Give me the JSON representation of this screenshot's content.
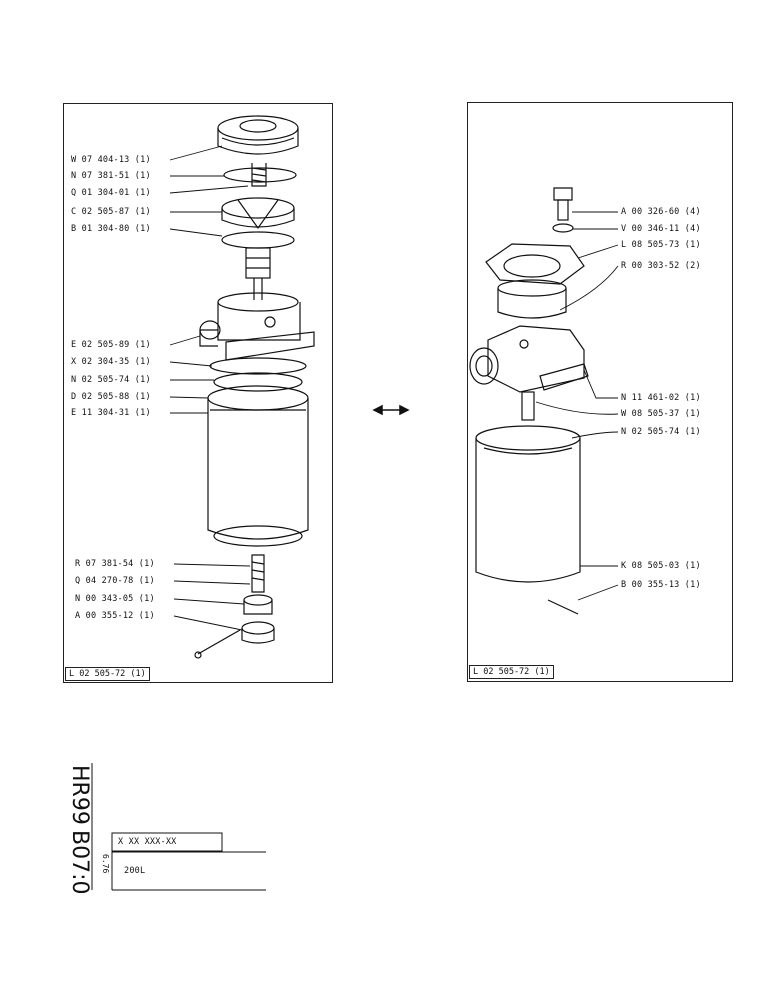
{
  "left_panel": {
    "labels": [
      "W 07 404-13 (1)",
      "N 07 381-51 (1)",
      "Q 01 304-01 (1)",
      "C 02 505-87 (1)",
      "B 01 304-80 (1)",
      "E 02 505-89 (1)",
      "X 02 304-35 (1)",
      "N 02 505-74 (1)",
      "D 02 505-88 (1)",
      "E 11 304-31 (1)",
      "R 07 381-54 (1)",
      "Q 04 270-78 (1)",
      "N 00 343-05 (1)",
      "A 00 355-12 (1)"
    ],
    "reference": "L 02 505-72 (1)"
  },
  "right_panel": {
    "labels": [
      "A 00 326-60 (4)",
      "V 00 346-11 (4)",
      "L 08 505-73 (1)",
      "R 00 303-52 (2)",
      "N 11 461-02 (1)",
      "W 08 505-37 (1)",
      "N 02 505-74 (1)",
      "K 08 505-03 (1)",
      "B 00 355-13 (1)"
    ],
    "reference": "L 02 505-72 (1)"
  },
  "title_block": {
    "model": "HR99",
    "code": "B07:0",
    "date": "6.76",
    "part_number": "X XX XXX-XX",
    "description": "200L"
  }
}
